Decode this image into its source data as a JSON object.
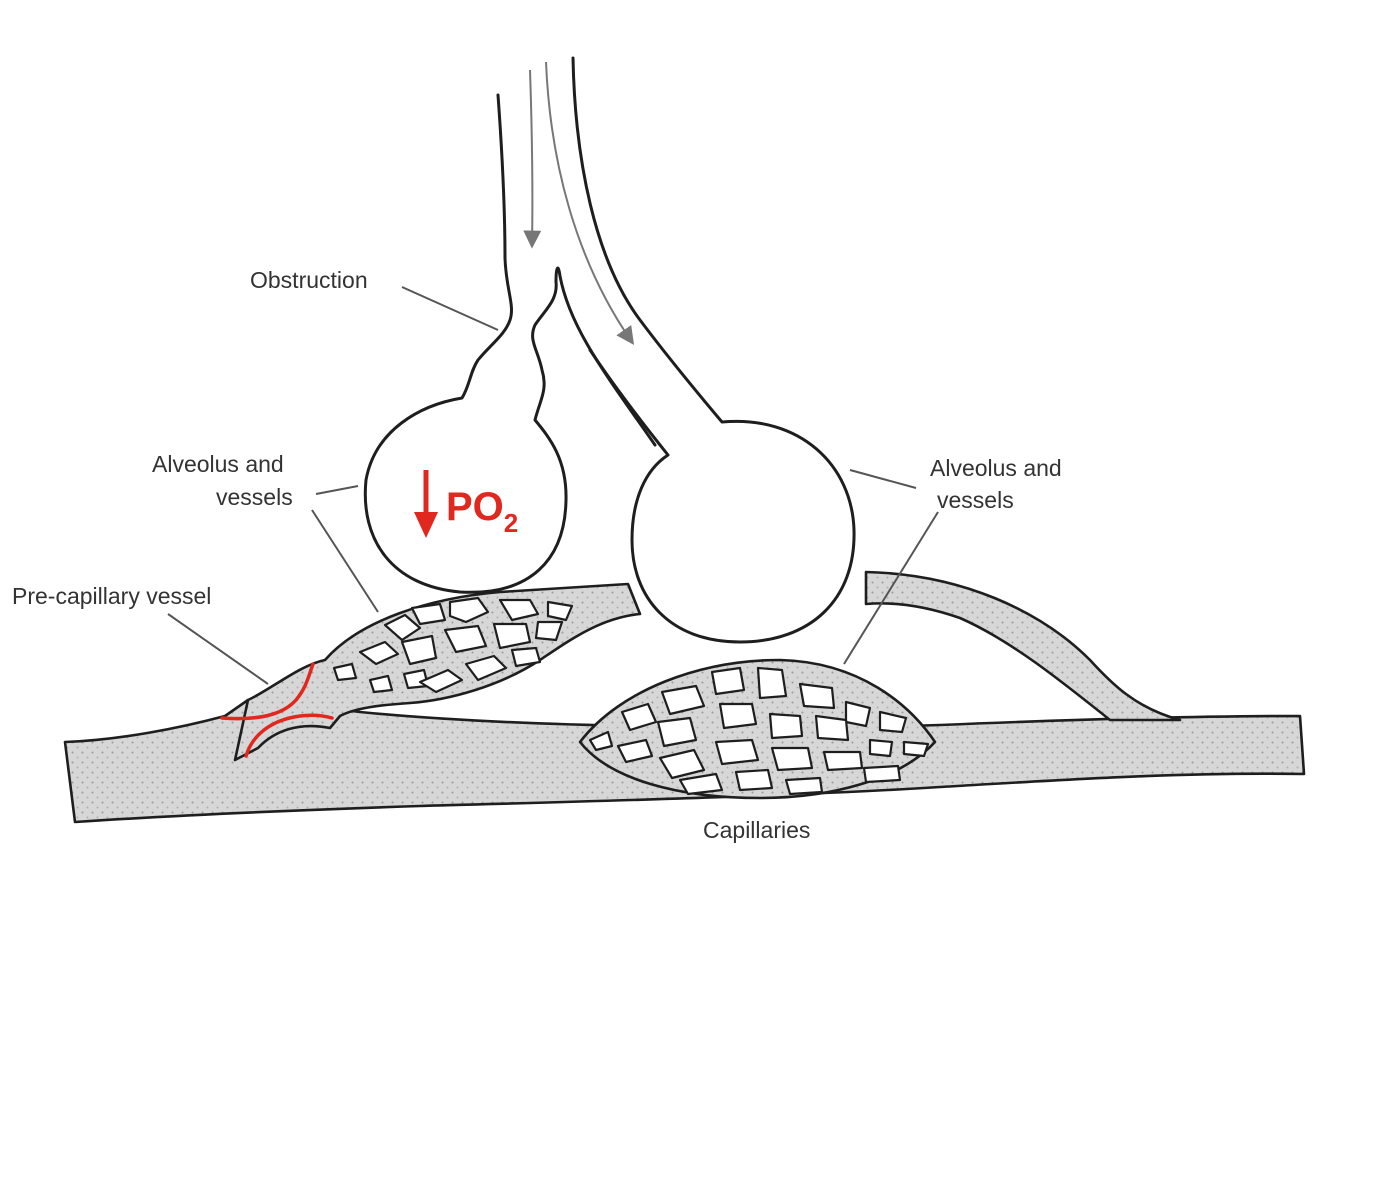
{
  "labels": {
    "obstruction": "Obstruction",
    "alveolus_left_line1": "Alveolus and",
    "alveolus_left_line2": "vessels",
    "alveolus_right_line1": "Alveolus and",
    "alveolus_right_line2": "vessels",
    "pre_capillary": "Pre-capillary vessel",
    "capillaries": "Capillaries",
    "po2_main": "PO",
    "po2_sub": "2"
  },
  "colors": {
    "accent_red": "#e0281e",
    "vessel_fill": "#d7d7d7",
    "outline": "#1e1e1e"
  }
}
